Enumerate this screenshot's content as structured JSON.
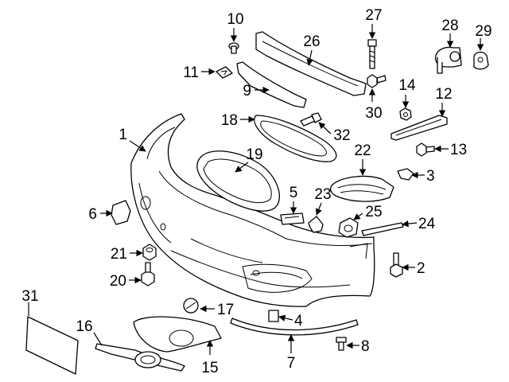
{
  "callouts": [
    {
      "id": "1",
      "text": "1"
    },
    {
      "id": "2",
      "text": "2"
    },
    {
      "id": "3",
      "text": "3"
    },
    {
      "id": "4",
      "text": "4"
    },
    {
      "id": "5",
      "text": "5"
    },
    {
      "id": "6",
      "text": "6"
    },
    {
      "id": "7",
      "text": "7"
    },
    {
      "id": "8",
      "text": "8"
    },
    {
      "id": "9",
      "text": "9"
    },
    {
      "id": "10",
      "text": "10"
    },
    {
      "id": "11",
      "text": "11"
    },
    {
      "id": "12",
      "text": "12"
    },
    {
      "id": "13",
      "text": "13"
    },
    {
      "id": "14",
      "text": "14"
    },
    {
      "id": "15",
      "text": "15"
    },
    {
      "id": "16",
      "text": "16"
    },
    {
      "id": "17",
      "text": "17"
    },
    {
      "id": "18",
      "text": "18"
    },
    {
      "id": "19",
      "text": "19"
    },
    {
      "id": "20",
      "text": "20"
    },
    {
      "id": "21",
      "text": "21"
    },
    {
      "id": "22",
      "text": "22"
    },
    {
      "id": "23",
      "text": "23"
    },
    {
      "id": "24",
      "text": "24"
    },
    {
      "id": "25",
      "text": "25"
    },
    {
      "id": "26",
      "text": "26"
    },
    {
      "id": "27",
      "text": "27"
    },
    {
      "id": "28",
      "text": "28"
    },
    {
      "id": "29",
      "text": "29"
    },
    {
      "id": "30",
      "text": "30"
    },
    {
      "id": "31",
      "text": "31"
    },
    {
      "id": "32",
      "text": "32"
    }
  ]
}
